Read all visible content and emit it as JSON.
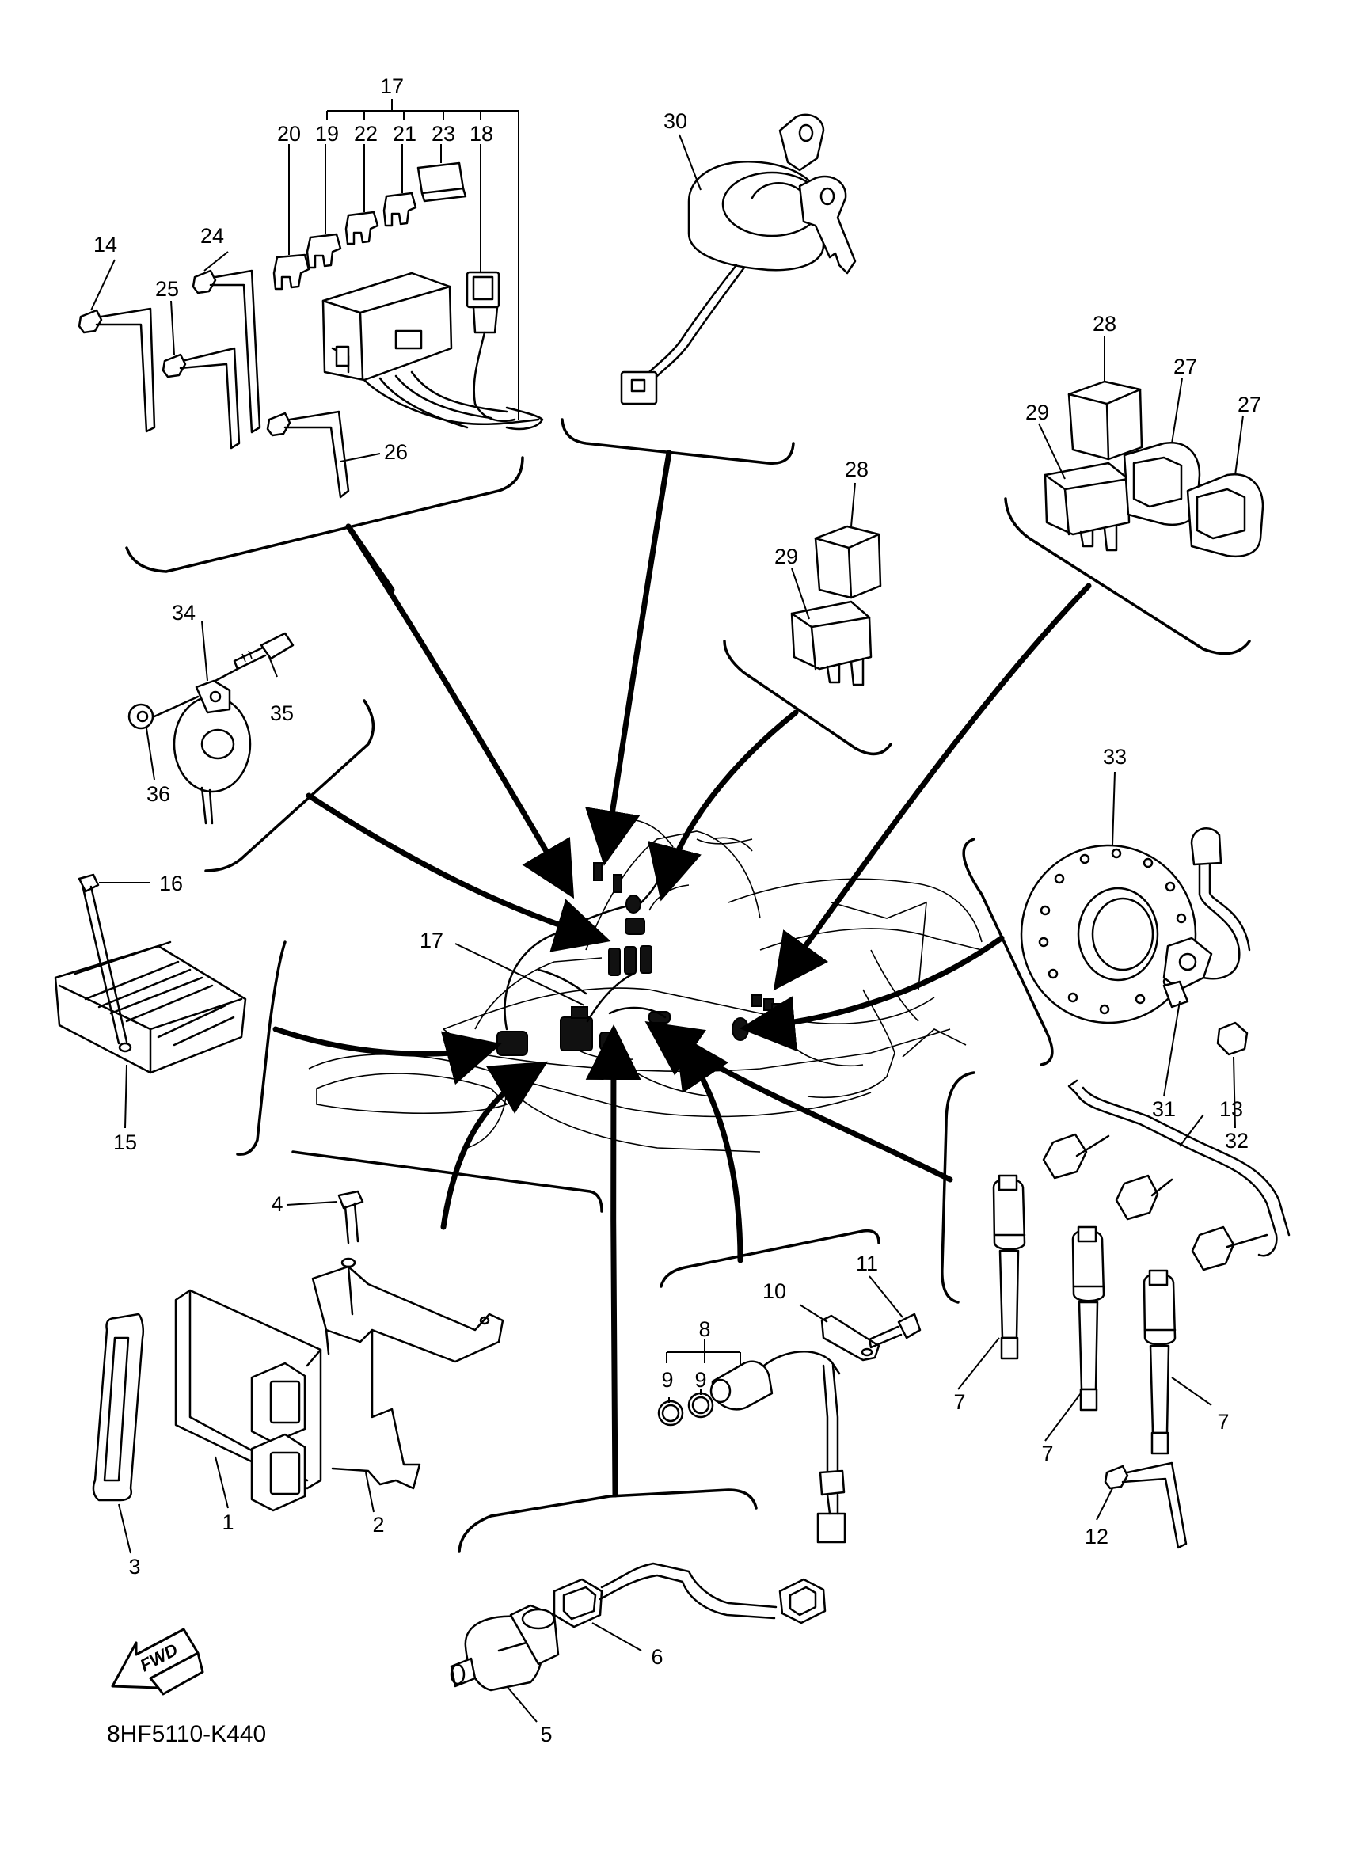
{
  "diagram_code": "8HF5110-K440",
  "fwd_label": "FWD",
  "callouts": {
    "c1": "1",
    "c2": "2",
    "c3": "3",
    "c4": "4",
    "c5": "5",
    "c6": "6",
    "c7": "7",
    "c8": "8",
    "c9": "9",
    "c10": "10",
    "c11": "11",
    "c12": "12",
    "c13": "13",
    "c14": "14",
    "c15": "15",
    "c16": "16",
    "c17": "17",
    "c18": "18",
    "c19": "19",
    "c20": "20",
    "c21": "21",
    "c22": "22",
    "c23": "23",
    "c24": "24",
    "c25": "25",
    "c26": "26",
    "c27": "27",
    "c28": "28",
    "c29": "29",
    "c30": "30",
    "c31": "31",
    "c32": "32",
    "c33": "33",
    "c34": "34",
    "c35": "35",
    "c36": "36"
  }
}
